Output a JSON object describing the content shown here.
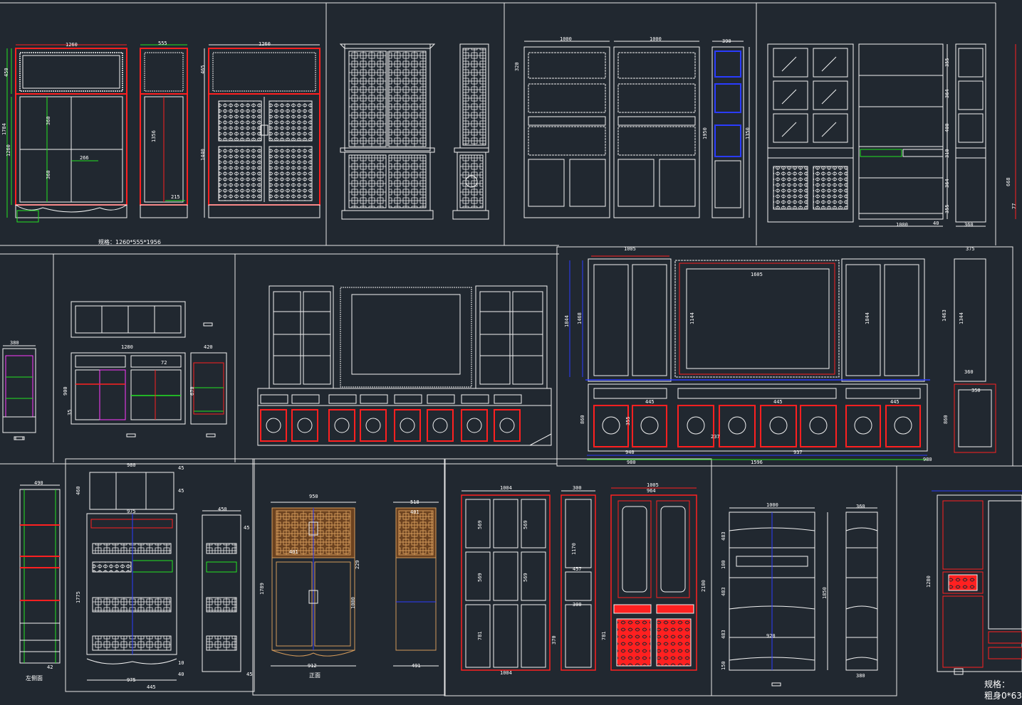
{
  "colors": {
    "background": "#212830",
    "panel_frame": "#e6e6e6",
    "line_white": "#f2f2f2",
    "line_red": "#ff2020",
    "line_green": "#22e422",
    "line_blue": "#2a3cff",
    "line_magenta": "#ff3cff",
    "wood_brown": "#8a5a2b"
  },
  "panels": [
    {
      "id": "p1",
      "labels": {
        "top_w1": "1260",
        "top_w2": "555",
        "top_w3": "1260",
        "h_total": "1784",
        "h_top": "450",
        "h_low": "1260",
        "h_mid": "360",
        "h_mid2": "360",
        "h_mid3": "1356",
        "h_r": "465",
        "h_r2": "1440",
        "w_inner": "266",
        "w_side": "215",
        "caption": "规格：1260*555*1956"
      }
    },
    {
      "id": "p2",
      "labels": {}
    },
    {
      "id": "p3",
      "labels": {
        "w1": "1000",
        "w2": "1000",
        "w3": "390",
        "h1": "320",
        "h2": "1950",
        "h3": "1350"
      }
    },
    {
      "id": "p4",
      "labels": {
        "w1": "1000",
        "w2": "40",
        "w3": "360",
        "v1": "355",
        "v2": "364",
        "v3": "400",
        "v4": "310",
        "v5": "364",
        "v6": "355",
        "v7": "668",
        "v8": "77"
      }
    },
    {
      "id": "p5",
      "labels": {
        "w1": "380"
      }
    },
    {
      "id": "p6",
      "labels": {
        "w1": "1280",
        "w2": "420",
        "h1": "900",
        "h2": "670",
        "h3": "35",
        "h4": "72"
      }
    },
    {
      "id": "p7",
      "labels": {}
    },
    {
      "id": "p8",
      "labels": {
        "w1": "1005",
        "w2": "1605",
        "w3": "375",
        "w4": "980",
        "w5": "1596",
        "w6": "940",
        "w7": "937",
        "w8": "980",
        "w9": "445",
        "w10": "445",
        "w11": "445",
        "w12": "360",
        "w13": "350",
        "h1": "1844",
        "h2": "1468",
        "h3": "1144",
        "h4": "1844",
        "h5": "1463",
        "h6": "1344",
        "h7": "860",
        "h8": "860",
        "h9": "355",
        "h10": "237"
      }
    },
    {
      "id": "p9",
      "labels": {
        "w1": "490",
        "w2": "42",
        "cap": "左侧面"
      }
    },
    {
      "id": "p10",
      "labels": {
        "w1": "980",
        "w2": "975",
        "w3": "975",
        "w4": "445",
        "w5": "450",
        "h1": "460",
        "h2": "1775",
        "h3": "45",
        "h4": "45",
        "h5": "10",
        "h6": "40",
        "h7": "45",
        "h8": "45"
      }
    },
    {
      "id": "p11",
      "labels": {
        "w1": "950",
        "w2": "518",
        "w3": "401",
        "w4": "401",
        "w5": "912",
        "w6": "491",
        "h1": "1789",
        "h2": "229",
        "h3": "1000",
        "cap": "正面"
      }
    },
    {
      "id": "p12",
      "labels": {
        "w1": "1004",
        "w2": "300",
        "w3": "1005",
        "w4": "964",
        "h1": "569",
        "h2": "569",
        "h3": "569",
        "h4": "569",
        "h5": "781",
        "h6": "1170",
        "h7": "457",
        "h8": "300",
        "h9": "370",
        "h10": "781",
        "h11": "2100",
        "w5": "1004"
      }
    },
    {
      "id": "p13",
      "labels": {
        "w1": "1000",
        "w2": "360",
        "w3": "920",
        "w4": "380",
        "h1": "483",
        "h2": "100",
        "h3": "483",
        "h4": "483",
        "h5": "150",
        "h6": "1850"
      }
    },
    {
      "id": "p14",
      "labels": {
        "h1": "1280",
        "title": "规格：",
        "spec": "粗身0*63"
      }
    }
  ]
}
